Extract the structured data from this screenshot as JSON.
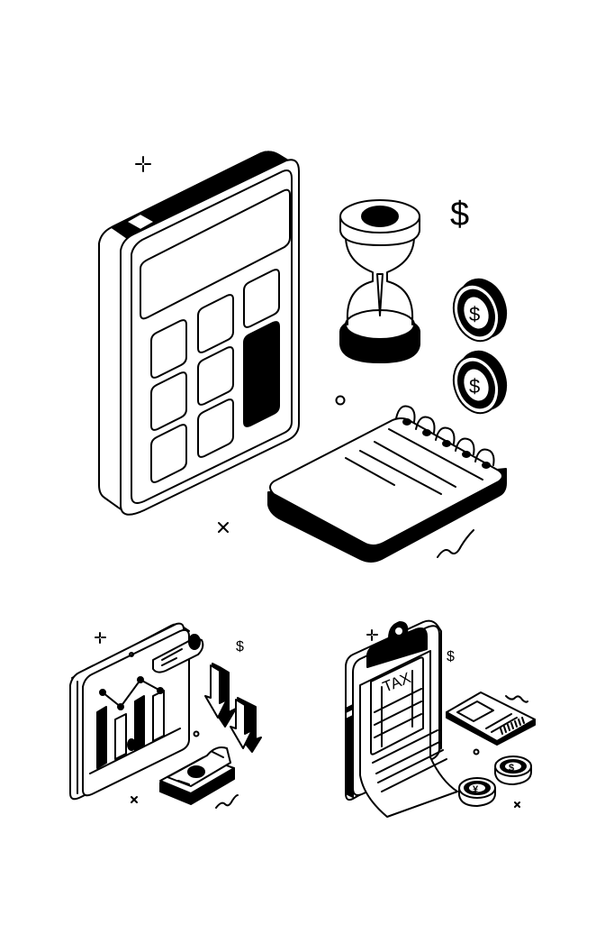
{
  "illustration": {
    "style": "isometric black line-art",
    "colors": {
      "ink": "#000000",
      "background": "#ffffff"
    },
    "main_scene": {
      "items": [
        "calculator",
        "hourglass",
        "coin",
        "coin",
        "spiral-notebook"
      ],
      "symbols": {
        "dollar_sign": "$",
        "coin_symbol": "$"
      }
    },
    "chart_scene": {
      "items": [
        "monitor-with-bar-chart",
        "speech-bubble",
        "down-arrow",
        "down-arrow",
        "cash-stack"
      ],
      "symbols": {
        "dollar_sign": "$"
      }
    },
    "tax_scene": {
      "items": [
        "clipboard",
        "receipt",
        "coin",
        "coin"
      ],
      "form_label": "TAX",
      "symbols": {
        "dollar_sign": "$",
        "coin_dollar": "$",
        "coin_yen": "¥"
      }
    }
  }
}
